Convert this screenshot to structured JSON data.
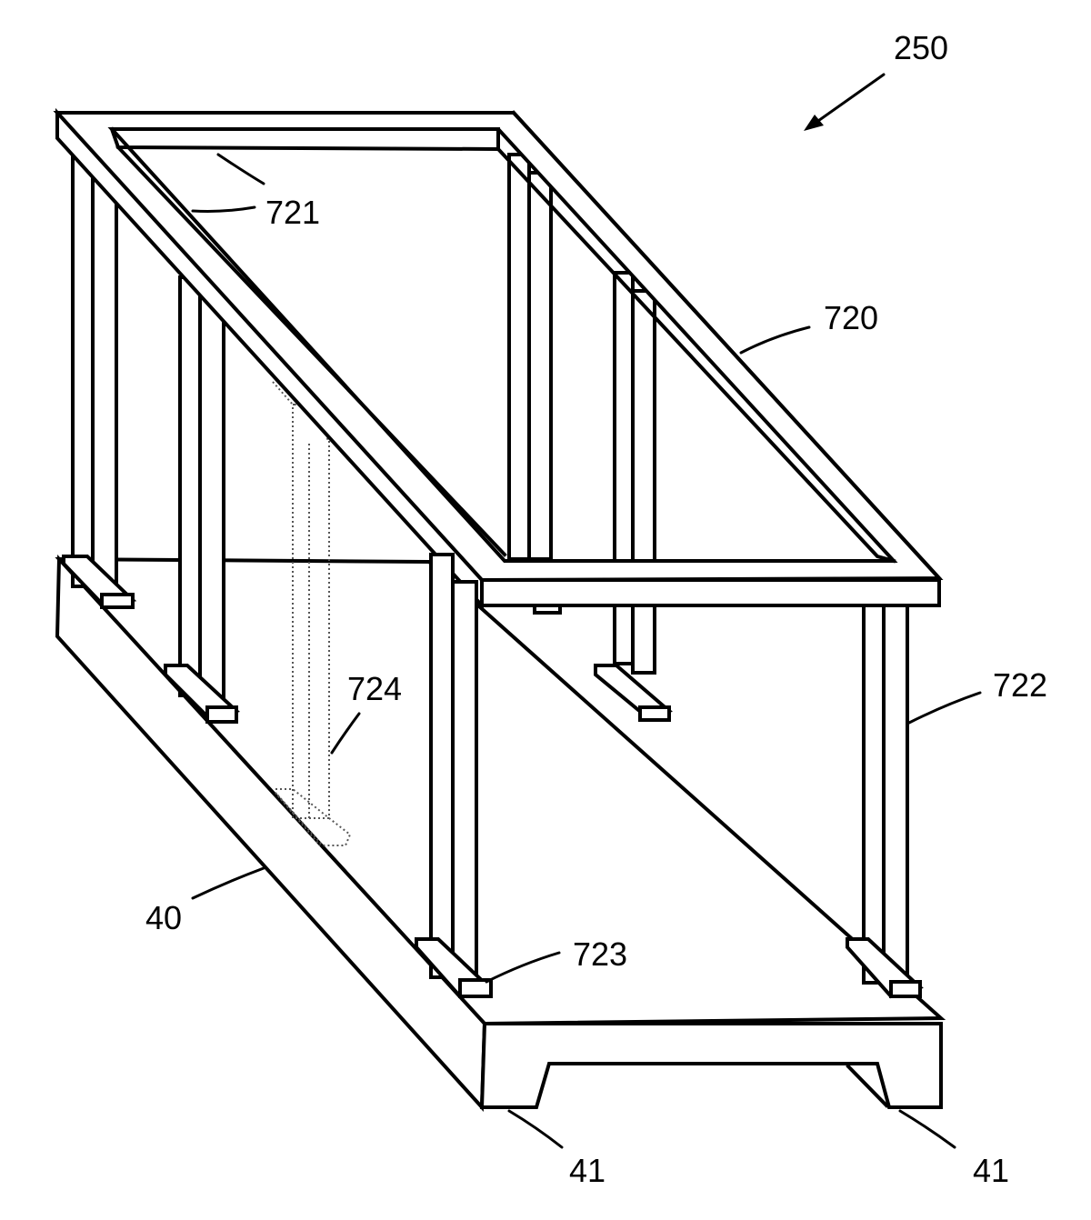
{
  "labels": {
    "assembly": "250",
    "frame": "720",
    "rail": "721",
    "post": "722",
    "foot": "723",
    "hidden_post": "724",
    "base": "40",
    "skid_left": "41",
    "skid_right": "41"
  },
  "colors": {
    "line": "#000000",
    "hidden": "#555555",
    "background": "#ffffff"
  },
  "icons": {
    "reference_arrow": "arrow-down-left-icon"
  }
}
